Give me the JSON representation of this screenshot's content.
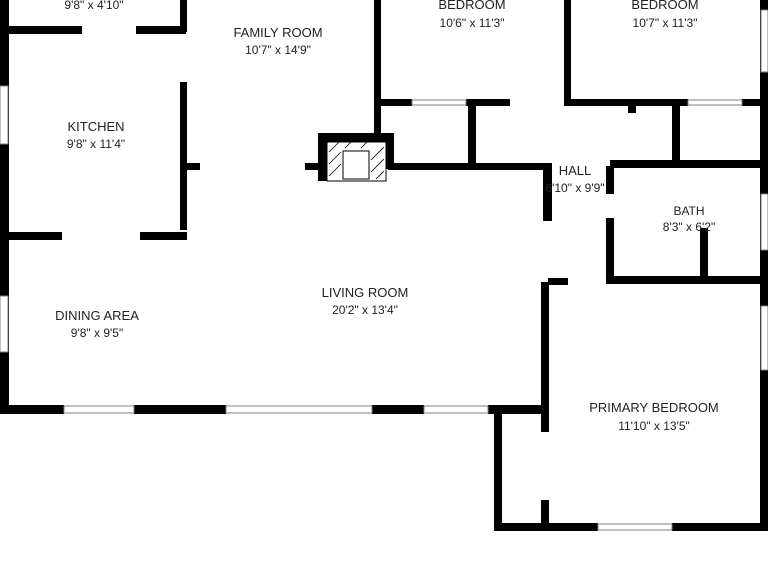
{
  "colors": {
    "wall": "#000000",
    "window": "#9a9a9a",
    "background": "#ffffff",
    "text": "#222222"
  },
  "rooms": [
    {
      "id": "top-left",
      "name": "",
      "dims": "9'8\" x 4'10\""
    },
    {
      "id": "family-room",
      "name": "FAMILY ROOM",
      "dims": "10'7\" x 14'9\""
    },
    {
      "id": "bedroom-1",
      "name": "BEDROOM",
      "dims": "10'6\" x 11'3\""
    },
    {
      "id": "bedroom-2",
      "name": "BEDROOM",
      "dims": "10'7\" x 11'3\""
    },
    {
      "id": "kitchen",
      "name": "KITCHEN",
      "dims": "9'8\" x 11'4\""
    },
    {
      "id": "hall",
      "name": "HALL",
      "dims": "6'10\" x 9'9\""
    },
    {
      "id": "bath",
      "name": "BATH",
      "dims": "8'3\" x 6'2\""
    },
    {
      "id": "living-room",
      "name": "LIVING ROOM",
      "dims": "20'2\" x 13'4\""
    },
    {
      "id": "dining-area",
      "name": "DINING AREA",
      "dims": "9'8\" x 9'5\""
    },
    {
      "id": "primary-bedroom",
      "name": "PRIMARY BEDROOM",
      "dims": "11'10\" x 13'5\""
    }
  ]
}
